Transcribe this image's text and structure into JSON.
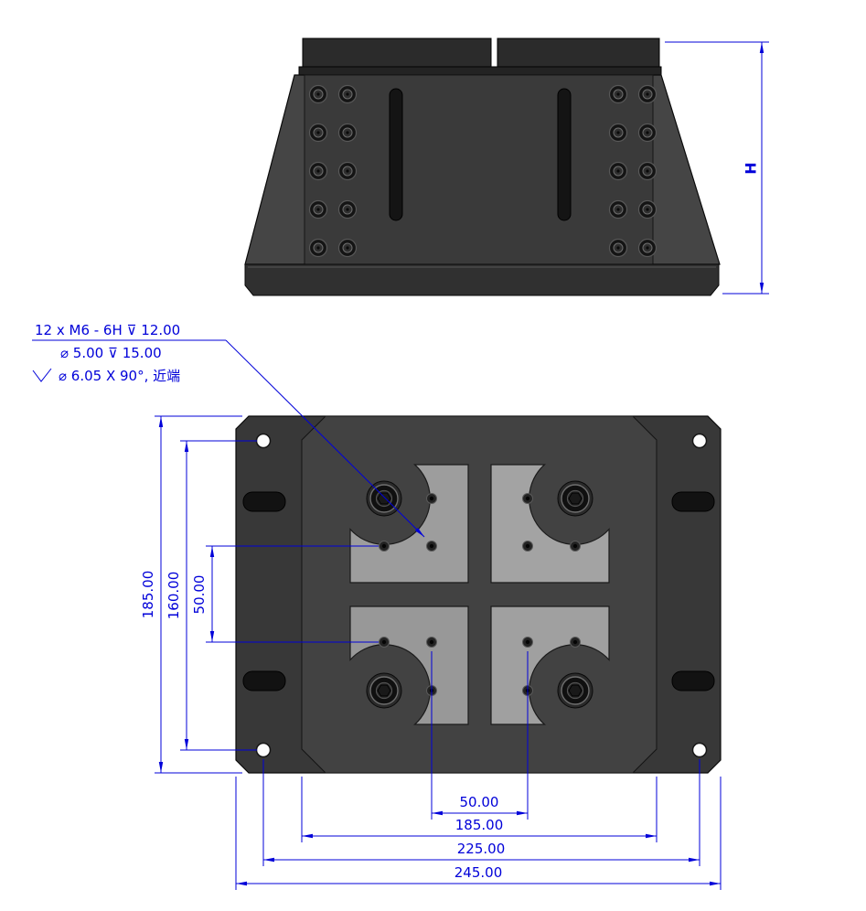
{
  "drawing": {
    "callout": {
      "line1": "12 x  M6 - 6H ⊽ 12.00",
      "line2": "⌀ 5.00  ⊽ 15.00",
      "line3": "⌀ 6.05 X 90°, 近端"
    },
    "front_view": {
      "height_dim": "H"
    },
    "plan_view": {
      "vertical_dims": {
        "overall": "185.00",
        "hole_span": "160.00",
        "hole_pitch": "50.00"
      },
      "horizontal_dims": {
        "hole_pitch": "50.00",
        "body_width": "185.00",
        "hole_span": "225.00",
        "overall": "245.00"
      }
    },
    "colors": {
      "dimension": "#0000d9",
      "body": "#3a3a3a",
      "plate": "#9d9d9d",
      "background": "#ffffff"
    }
  }
}
